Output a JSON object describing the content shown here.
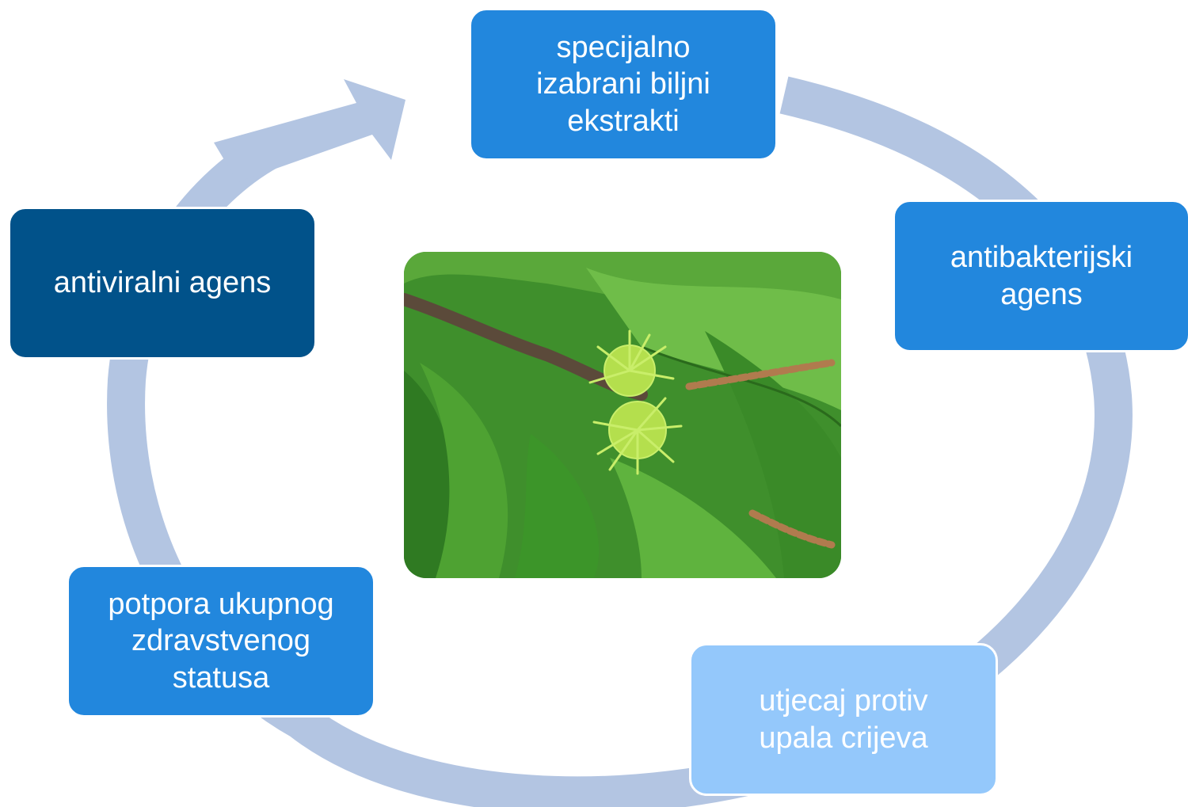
{
  "diagram": {
    "nodes": [
      {
        "id": "top",
        "label": "specijalno\nizabrani biljni\nekstrakti",
        "color": "#2287DD"
      },
      {
        "id": "right",
        "label": "antibakterijski\nagens",
        "color": "#2287DD"
      },
      {
        "id": "bottom_r",
        "label": "utjecaj protiv\nupala crijeva",
        "color": "#94C8FB"
      },
      {
        "id": "bottom_l",
        "label": "potpora ukupnog\nzdravstvenog\nstatusa",
        "color": "#2287DD"
      },
      {
        "id": "left",
        "label": "antiviralni agens",
        "color": "#01528A"
      }
    ],
    "ring_color": "#B3C5E2",
    "center_image": "chestnut-burrs-on-branch"
  }
}
